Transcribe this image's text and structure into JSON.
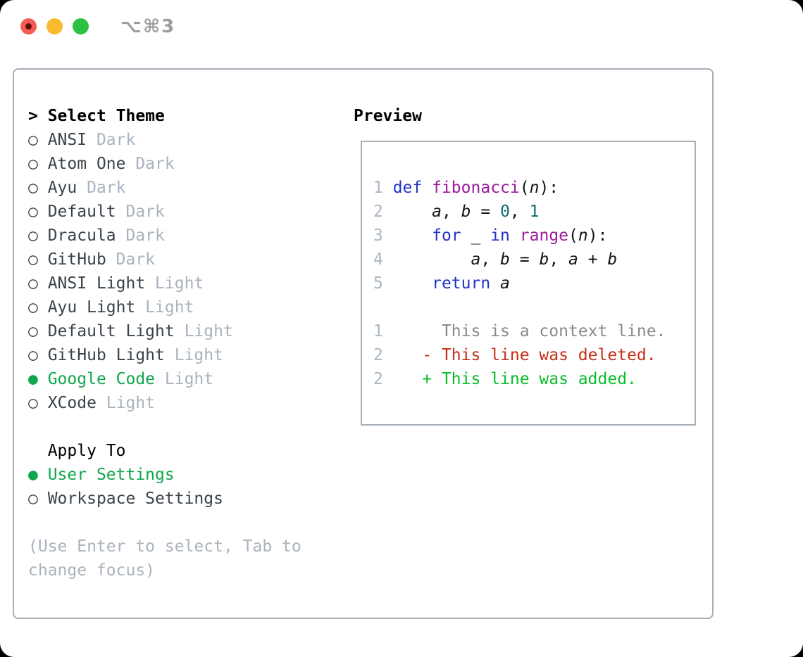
{
  "titlebar": {
    "title": "⌥⌘3",
    "controls": [
      {
        "name": "close-button",
        "color": "#f45d55",
        "dot_color": "#5e100b"
      },
      {
        "name": "minimize-button",
        "color": "#f9ba2f"
      },
      {
        "name": "zoom-button",
        "color": "#2cc143"
      }
    ]
  },
  "colors": {
    "accent_green": "#10a64b",
    "muted": "#a9b2bf",
    "panel_border": "#a7afb9",
    "diff_deleted": "#c23019",
    "diff_added": "#0abe2b",
    "code_keyword": "#2334c2",
    "code_function": "#9a1b9c",
    "code_number": "#0d6d6d"
  },
  "theme_panel": {
    "header_prefix": "> ",
    "header": "Select Theme",
    "themes": [
      {
        "name": "ANSI",
        "variant": "Dark",
        "selected": false
      },
      {
        "name": "Atom One",
        "variant": "Dark",
        "selected": false
      },
      {
        "name": "Ayu",
        "variant": "Dark",
        "selected": false
      },
      {
        "name": "Default",
        "variant": "Dark",
        "selected": false
      },
      {
        "name": "Dracula",
        "variant": "Dark",
        "selected": false
      },
      {
        "name": "GitHub",
        "variant": "Dark",
        "selected": false
      },
      {
        "name": "ANSI Light",
        "variant": "Light",
        "selected": false
      },
      {
        "name": "Ayu Light",
        "variant": "Light",
        "selected": false
      },
      {
        "name": "Default Light",
        "variant": "Light",
        "selected": false
      },
      {
        "name": "GitHub Light",
        "variant": "Light",
        "selected": false
      },
      {
        "name": "Google Code",
        "variant": "Light",
        "selected": true
      },
      {
        "name": "XCode",
        "variant": "Light",
        "selected": false
      }
    ],
    "apply_to": {
      "header": "Apply To",
      "options": [
        {
          "label": "User Settings",
          "selected": true
        },
        {
          "label": "Workspace Settings",
          "selected": false
        }
      ]
    },
    "hint": "(Use Enter to select, Tab to change focus)"
  },
  "preview": {
    "header": "Preview",
    "code_lines": [
      {
        "num": "1",
        "tokens": [
          {
            "t": "def",
            "c": "kw"
          },
          {
            "t": " "
          },
          {
            "t": "fibonacci",
            "c": "fn"
          },
          {
            "t": "("
          },
          {
            "t": "n",
            "i": true
          },
          {
            "t": "):"
          }
        ]
      },
      {
        "num": "2",
        "tokens": [
          {
            "t": "    "
          },
          {
            "t": "a",
            "i": true
          },
          {
            "t": ", "
          },
          {
            "t": "b",
            "i": true
          },
          {
            "t": " = "
          },
          {
            "t": "0",
            "c": "num"
          },
          {
            "t": ", "
          },
          {
            "t": "1",
            "c": "num"
          }
        ]
      },
      {
        "num": "3",
        "tokens": [
          {
            "t": "    "
          },
          {
            "t": "for",
            "c": "kw"
          },
          {
            "t": " _ "
          },
          {
            "t": "in",
            "c": "kw"
          },
          {
            "t": " "
          },
          {
            "t": "range",
            "c": "fn"
          },
          {
            "t": "("
          },
          {
            "t": "n",
            "i": true
          },
          {
            "t": "):"
          }
        ]
      },
      {
        "num": "4",
        "tokens": [
          {
            "t": "        "
          },
          {
            "t": "a",
            "i": true
          },
          {
            "t": ", "
          },
          {
            "t": "b",
            "i": true
          },
          {
            "t": " = "
          },
          {
            "t": "b",
            "i": true
          },
          {
            "t": ", "
          },
          {
            "t": "a",
            "i": true
          },
          {
            "t": " + "
          },
          {
            "t": "b",
            "i": true
          }
        ]
      },
      {
        "num": "5",
        "tokens": [
          {
            "t": "    "
          },
          {
            "t": "return",
            "c": "kw"
          },
          {
            "t": " "
          },
          {
            "t": "a",
            "i": true
          }
        ]
      }
    ],
    "diff_lines": [
      {
        "num": "1",
        "kind": "context",
        "text": "     This is a context line."
      },
      {
        "num": "2",
        "kind": "deleted",
        "text": "   - This line was deleted."
      },
      {
        "num": "2",
        "kind": "added",
        "text": "   + This line was added."
      }
    ]
  }
}
